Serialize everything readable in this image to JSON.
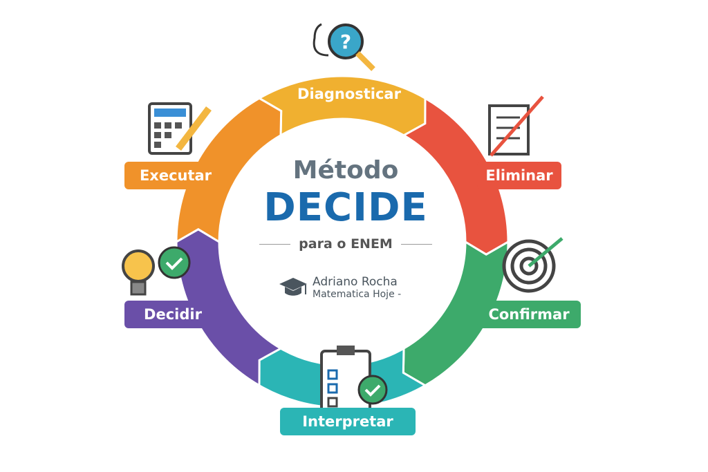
{
  "title": {
    "line1": "Método",
    "line2": "DECIDE",
    "line3": "para o ENEM"
  },
  "author": {
    "name": "Adriano Rocha",
    "brand": "Matematica Hoje -"
  },
  "steps": [
    {
      "label": "Diagnosticar",
      "color": "#F0B030",
      "icon": "magnifier-question-icon"
    },
    {
      "label": "Eliminar",
      "color": "#E8533F",
      "icon": "crossed-document-icon"
    },
    {
      "label": "Confirmar",
      "color": "#3DAA6B",
      "icon": "target-arrow-icon"
    },
    {
      "label": "Interpretar",
      "color": "#2BB5B5",
      "icon": "clipboard-check-icon"
    },
    {
      "label": "Decidir",
      "color": "#6A4FA8",
      "icon": "lightbulb-check-icon"
    },
    {
      "label": "Executar",
      "color": "#F0922A",
      "icon": "calculator-pencil-icon"
    }
  ]
}
